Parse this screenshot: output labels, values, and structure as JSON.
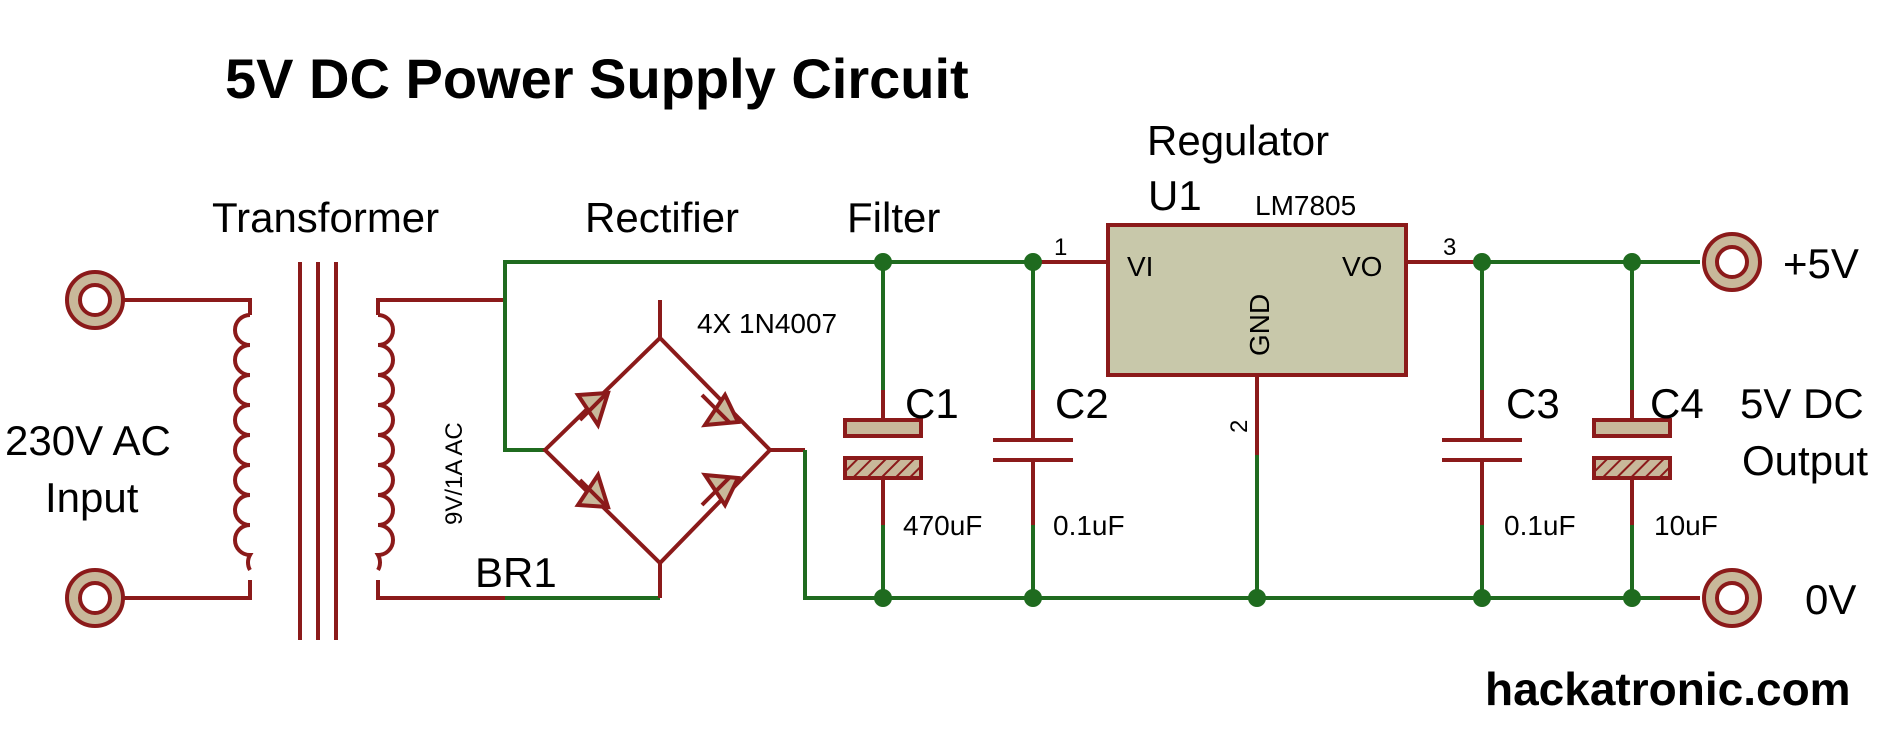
{
  "title": "5V DC Power Supply Circuit",
  "labels": {
    "transformer": "Transformer",
    "rectifier": "Rectifier",
    "filter": "Filter",
    "regulator": "Regulator",
    "ac_input_line1": "230V AC",
    "ac_input_line2": "Input",
    "secondary_rating": "9V/1A AC",
    "bridge_ref": "BR1",
    "diodes": "4X 1N4007",
    "u1": "U1",
    "u1_part": "LM7805",
    "pin_vi": "VI",
    "pin_vo": "VO",
    "pin_gnd": "GND",
    "pin1": "1",
    "pin2": "2",
    "pin3": "3",
    "c1": "C1",
    "c1_value": "470uF",
    "c2": "C2",
    "c2_value": "0.1uF",
    "c3": "C3",
    "c3_value": "0.1uF",
    "c4": "C4",
    "c4_value": "10uF",
    "out_plus": "+5V",
    "out_zero": "0V",
    "output_line1": "5V DC",
    "output_line2": "Output"
  },
  "brand": "hackatronic.com",
  "colors": {
    "wire": "#1f6b1f",
    "component": "#8b1a1a",
    "ic_fill": "#c8c8aa",
    "terminal_fill": "#c8b89a"
  }
}
